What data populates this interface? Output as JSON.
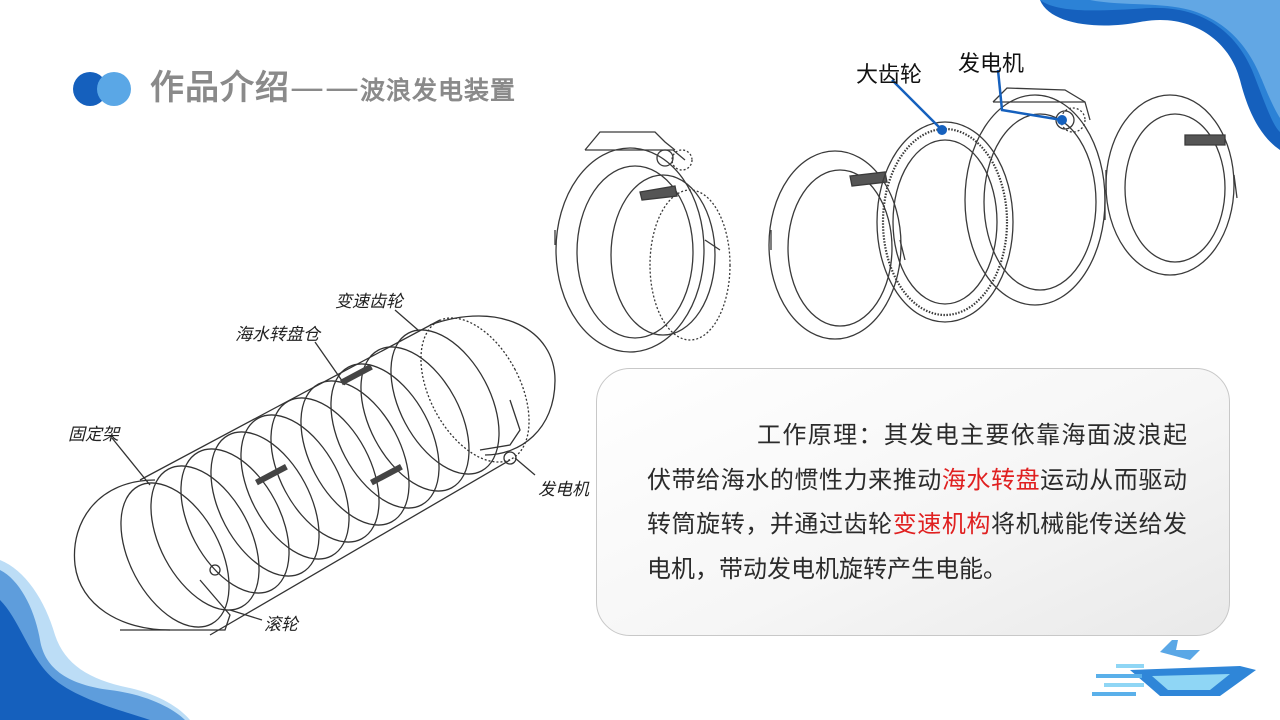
{
  "header": {
    "title": "作品介绍",
    "dash": "——",
    "subtitle": "波浪发电装置"
  },
  "callouts": {
    "big_gear": "大齿轮",
    "generator": "发电机"
  },
  "assembly_labels": {
    "gearbox": "变速齿轮",
    "chamber": "海水转盘仓",
    "frame": "固定架",
    "generator": "发电机",
    "roller": "滚轮"
  },
  "principle": {
    "part1": "工作原理：其发电主要依靠海面波浪起伏带给海水的惯性力来推动",
    "highlight1": "海水转盘",
    "part2": "运动从而驱动转筒旋转，并通过齿轮",
    "highlight2": "变速机构",
    "part3": "将机械能传送给发电机，带动发电机旋转产生电能。"
  },
  "colors": {
    "accent_dark": "#1560bd",
    "accent_light": "#5aa7e6",
    "title_gray": "#8a8a8a",
    "highlight_red": "#e02020"
  }
}
